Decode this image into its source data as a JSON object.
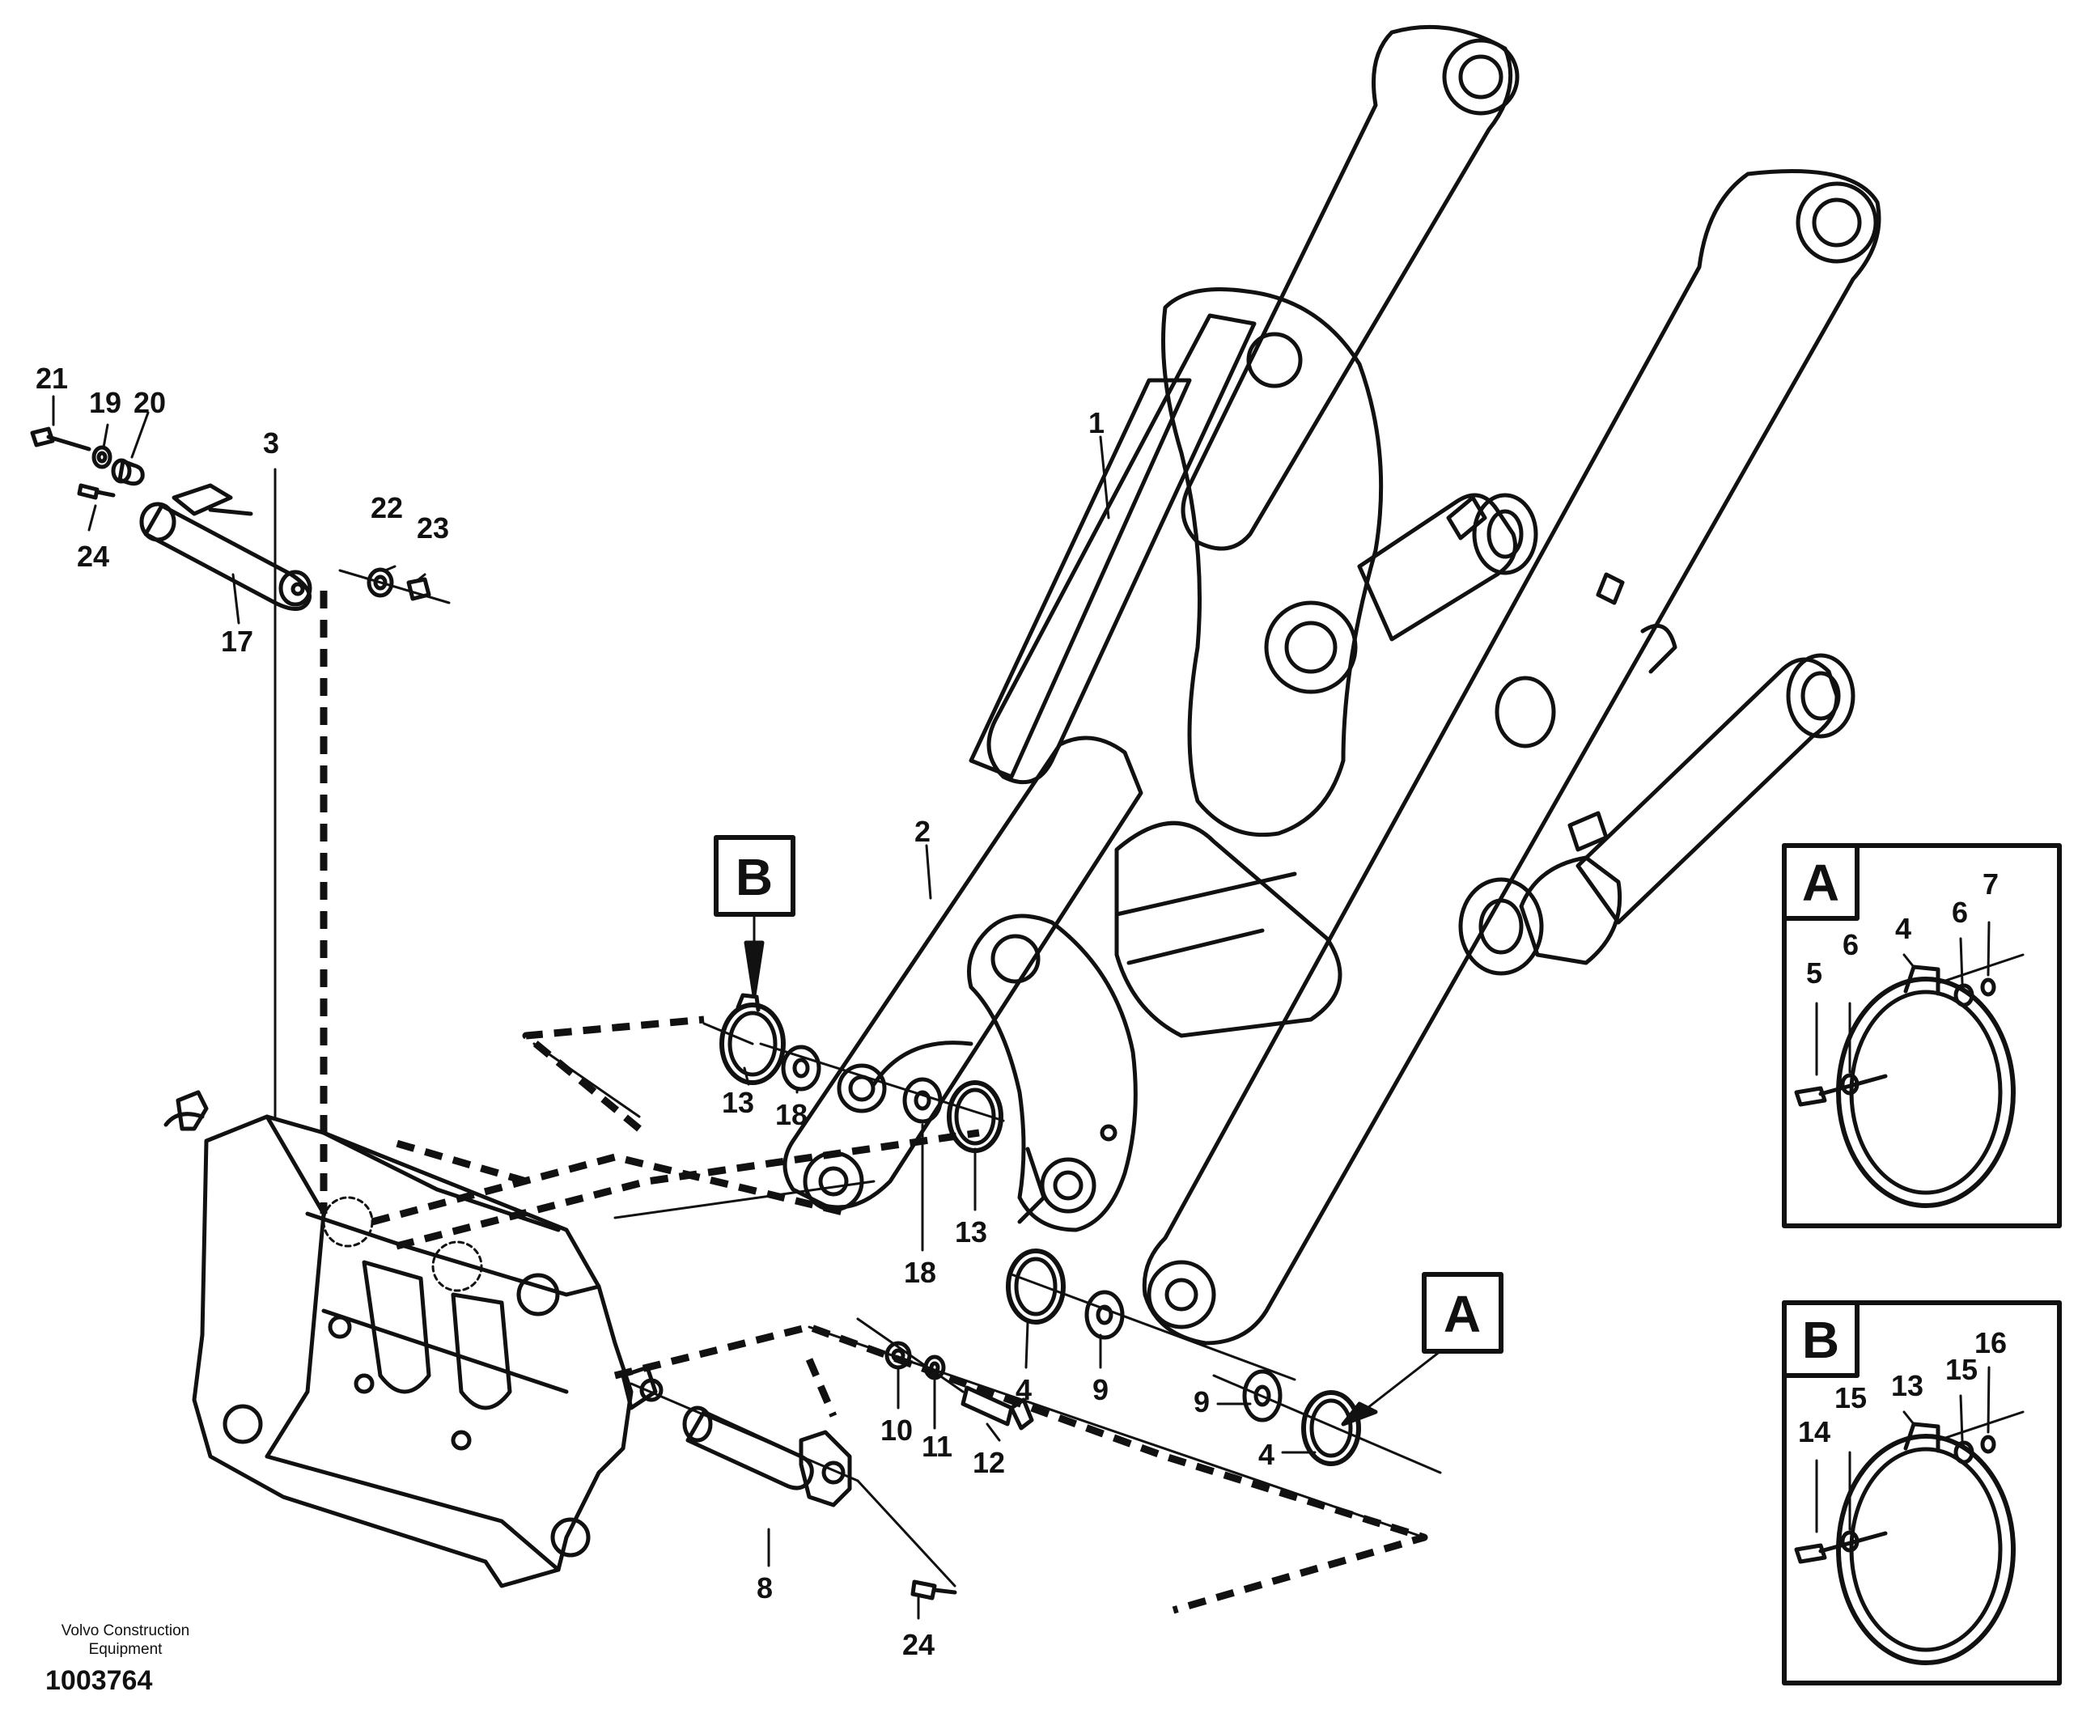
{
  "diagram": {
    "callouts": {
      "c1": "1",
      "c2": "2",
      "c3": "3",
      "c4a": "4",
      "c4b": "4",
      "c4_inset": "4",
      "c5": "5",
      "c6a": "6",
      "c6b": "6",
      "c7": "7",
      "c8": "8",
      "c9a": "9",
      "c9b": "9",
      "c10": "10",
      "c11": "11",
      "c12": "12",
      "c13a": "13",
      "c13b": "13",
      "c13_inset": "13",
      "c14": "14",
      "c15a": "15",
      "c15b": "15",
      "c16": "16",
      "c17": "17",
      "c18a": "18",
      "c18b": "18",
      "c19": "19",
      "c20": "20",
      "c21": "21",
      "c22": "22",
      "c23": "23",
      "c24a": "24",
      "c24b": "24"
    },
    "detail_labels": {
      "A_main": "A",
      "B_main": "B",
      "A_inset": "A",
      "B_inset": "B"
    }
  },
  "footer": {
    "manufacturer_line1": "Volvo Construction",
    "manufacturer_line2": "Equipment",
    "drawing_number": "1003764"
  },
  "colors": {
    "ink": "#111111",
    "background": "#ffffff"
  }
}
